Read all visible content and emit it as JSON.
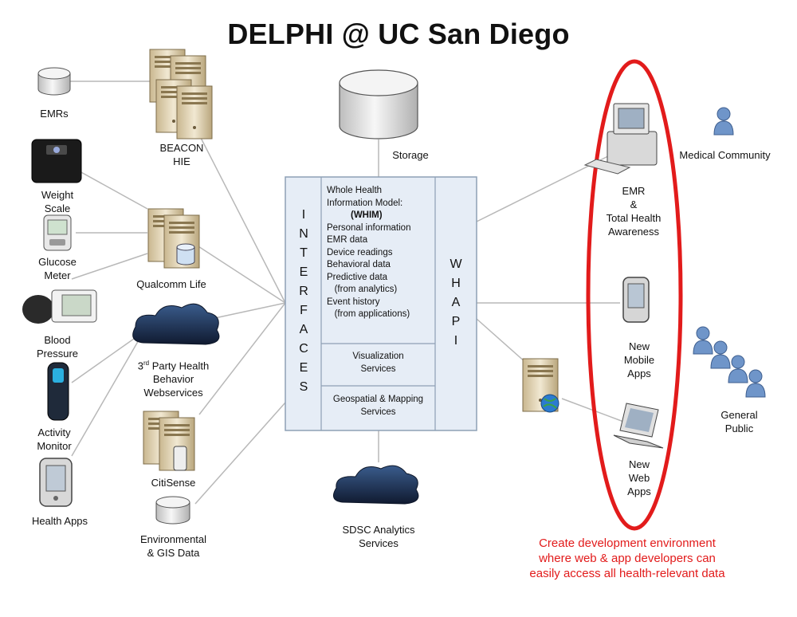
{
  "title": "DELPHI @ UC San Diego",
  "hub": {
    "interfaces_label": "INTERFACES",
    "whapi_label": "WHAPI",
    "model_title_line1": "Whole Health",
    "model_title_line2": "Information Model:",
    "model_abbrev": "(WHIM)",
    "model_items": [
      "Personal information",
      "EMR data",
      "Device readings",
      "Behavioral data",
      "Predictive data",
      "   (from analytics)",
      "Event history",
      "   (from applications)"
    ],
    "services": [
      {
        "line1": "Visualization",
        "line2": "Services"
      },
      {
        "line1": "Geospatial & Mapping",
        "line2": "Services"
      }
    ]
  },
  "nodes": {
    "emrs": "EMRs",
    "beacon": {
      "line1": "BEACON",
      "line2": "HIE"
    },
    "weight_scale": {
      "line1": "Weight",
      "line2": "Scale"
    },
    "glucose_meter": {
      "line1": "Glucose",
      "line2": "Meter"
    },
    "qualcomm": "Qualcomm Life",
    "blood_pressure": {
      "line1": "Blood",
      "line2": "Pressure"
    },
    "third_party": {
      "line1_pre": "3",
      "line1_sup": "rd",
      "line1_post": " Party Health",
      "line2": "Behavior",
      "line3": "Webservices"
    },
    "activity_monitor": {
      "line1": "Activity",
      "line2": "Monitor"
    },
    "citisense": "CitiSense",
    "health_apps": "Health Apps",
    "environmental": {
      "line1": "Environmental",
      "line2": "& GIS Data"
    },
    "storage": "Storage",
    "sdsc": {
      "line1": "SDSC Analytics",
      "line2": "Services"
    },
    "emr_tha": {
      "line1": "EMR",
      "line2": "&",
      "line3": "Total Health",
      "line4": "Awareness"
    },
    "medical_community": "Medical Community",
    "mobile_apps": {
      "line1": "New",
      "line2": "Mobile",
      "line3": "Apps"
    },
    "web_apps": {
      "line1": "New",
      "line2": "Web",
      "line3": "Apps"
    },
    "general_public": {
      "line1": "General",
      "line2": "Public"
    }
  },
  "note": {
    "line1": "Create development environment",
    "line2": "where web & app developers can",
    "line3": "easily access all health-relevant data"
  },
  "colors": {
    "hub_fill": "#e6edf6",
    "hub_border": "#8ea0b5",
    "connector": "#b8b8b8",
    "highlight": "#e21b1b",
    "cloud": "#1b2a48",
    "person": "#6f95c9"
  }
}
